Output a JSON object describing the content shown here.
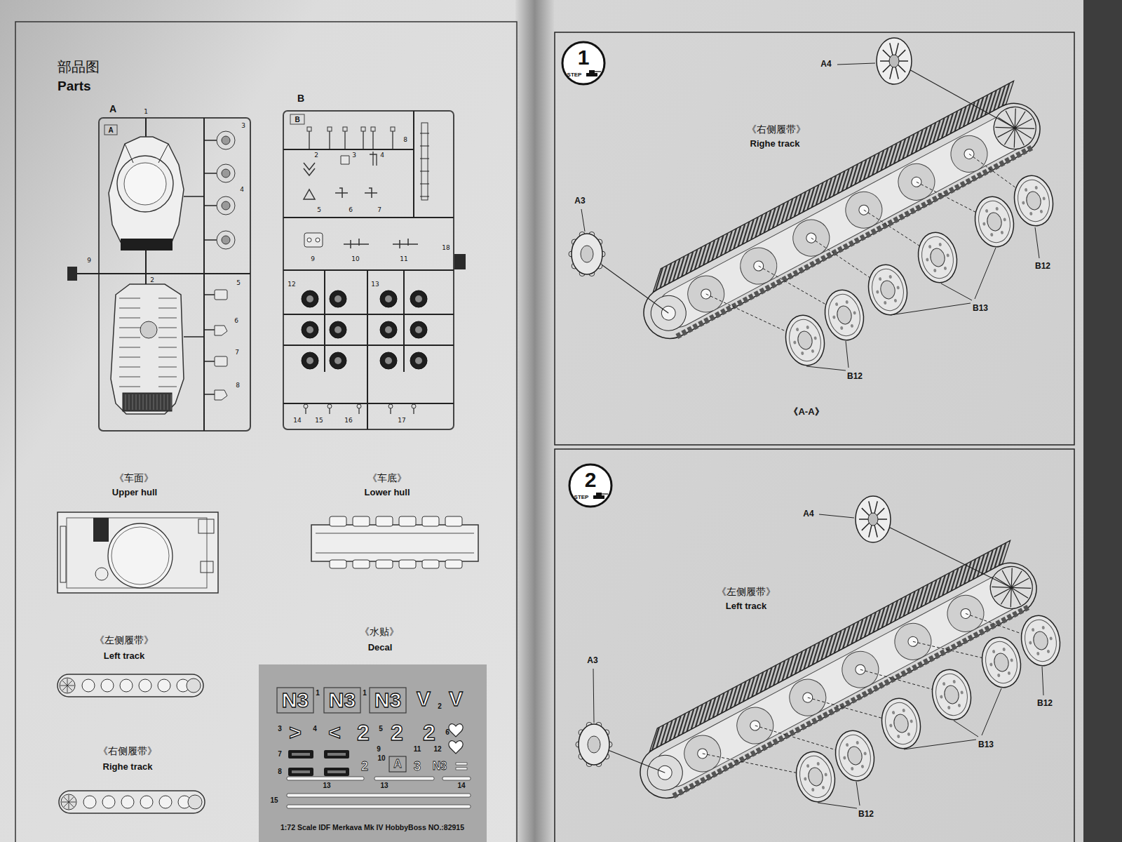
{
  "diagram": {
    "nodes": [
      {
        "text": [
          "N3",
          "1",
          "N3",
          "1",
          "N3",
          "V",
          "2",
          "V",
          "3",
          ">",
          "4",
          "<",
          "2",
          "5",
          "2",
          "2",
          "6",
          "7",
          "8",
          "9",
          "10",
          "11",
          "12",
          "2",
          "A",
          "3",
          "N3",
          "13",
          "13",
          "14",
          "15",
          "1:72 Scale IDF Merkava Mk IV HobbyBoss NO.:82915"
        ]
      },
      {
        "text": [
          "1",
          "STEP"
        ]
      },
      {
        "text": [
          "2",
          "STEP"
        ]
      }
    ],
    "labels": [
      "部品图",
      "Parts",
      "A",
      "B",
      "A",
      "1",
      "3",
      "4",
      "5",
      "6",
      "7",
      "8",
      "2",
      "9",
      "B",
      "2",
      "3",
      "4",
      "8",
      "5",
      "6",
      "7",
      "9",
      "10",
      "11",
      "18",
      "12",
      "13",
      "14",
      "15",
      "16",
      "17",
      "《车面》",
      "Upper hull",
      "《车底》",
      "Lower hull",
      "《左侧履带》",
      "Left track",
      "《右侧履带》",
      "Righe track",
      "《水贴》",
      "Decal",
      "A4",
      "《右侧履带》",
      "Righe track",
      "A3",
      "B12",
      "B13",
      "B12",
      "《A-A》",
      "A4",
      "《左侧履带》",
      "Left track",
      "A3",
      "B12",
      "B13",
      "B12"
    ]
  }
}
